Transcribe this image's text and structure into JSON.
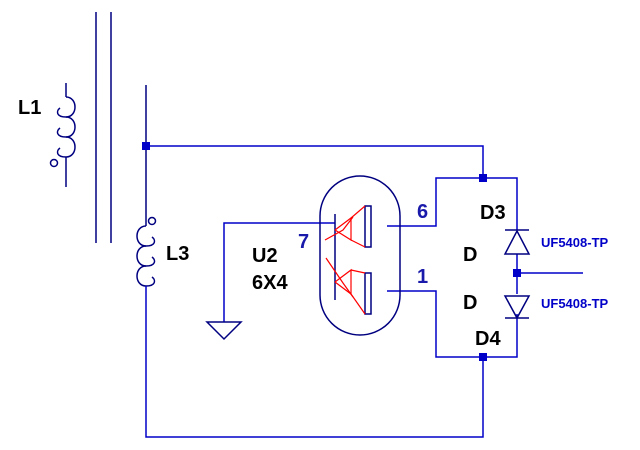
{
  "labels": {
    "l1": "L1",
    "l3": "L3",
    "u2_ref": "U2",
    "u2_value": "6X4",
    "d3_ref": "D3",
    "d3_value": "D",
    "d4_value": "D",
    "d4_ref": "D4",
    "d3_part": "UF5408-TP",
    "d4_part": "UF5408-TP"
  },
  "pins": {
    "grid": "7",
    "anode_top": "6",
    "anode_bottom": "1"
  },
  "colors": {
    "wire": "#0000c8",
    "component": "#000080",
    "valve_electrodes": "#ff0000",
    "pin_numbers": "#1a1aaa"
  }
}
